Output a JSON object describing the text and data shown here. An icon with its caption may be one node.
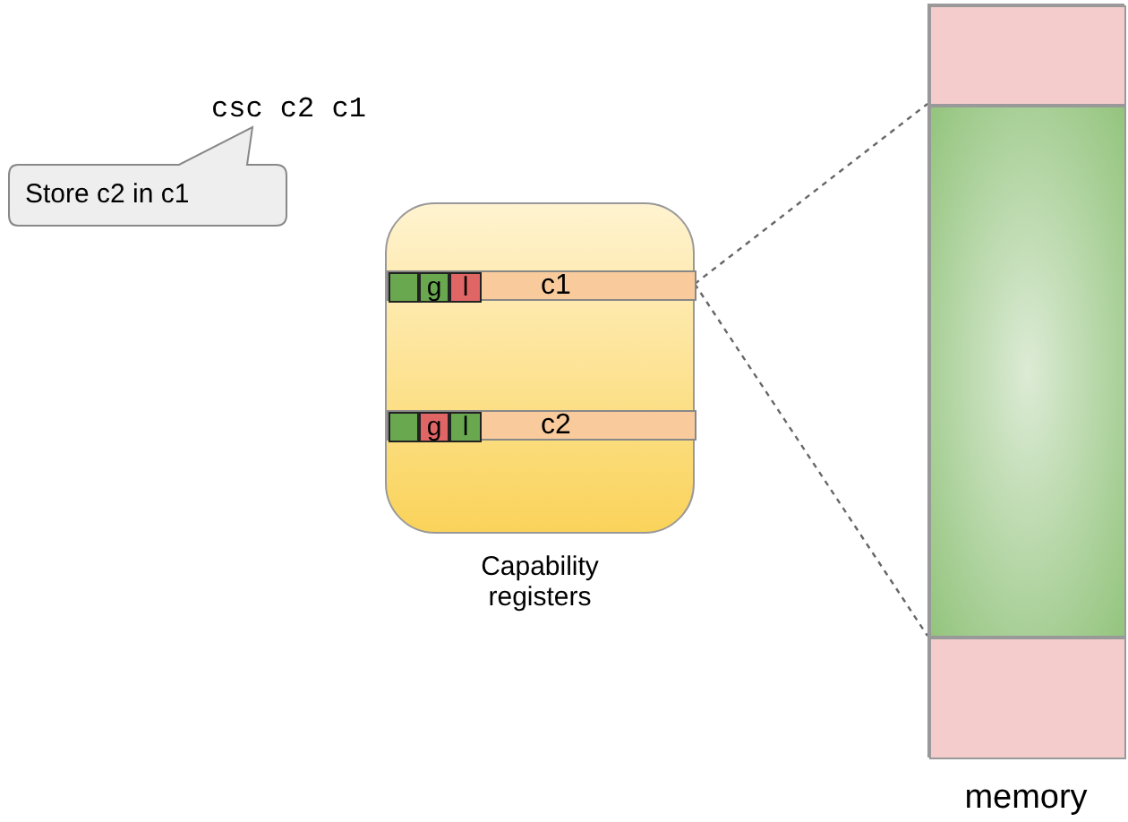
{
  "diagram": {
    "nodes": [
      {
        "text": [
          "Store c2 in c1"
        ]
      },
      {
        "text": [
          "Capability registers"
        ]
      },
      {
        "text": [
          "c1"
        ],
        "in": 1
      },
      {
        "text": [],
        "shape": "box",
        "in": 2
      },
      {
        "text": [
          "g"
        ],
        "in": 2
      },
      {
        "text": [
          "l"
        ],
        "in": 2
      },
      {
        "text": [
          "c2"
        ],
        "in": 1
      },
      {
        "text": [],
        "shape": "box",
        "in": 6
      },
      {
        "text": [
          "g"
        ],
        "in": 6
      },
      {
        "text": [
          "l"
        ],
        "in": 6
      },
      {
        "text": [
          "memory"
        ]
      },
      {
        "text": [],
        "shape": "box",
        "in": 10
      },
      {
        "text": [],
        "shape": "box",
        "in": 10
      },
      {
        "text": [],
        "shape": "box",
        "in": 10
      }
    ],
    "edges": [
      {
        "from": 2,
        "to": 12,
        "arrow": "none",
        "style": "dashed"
      },
      {
        "from": 2,
        "to": 12,
        "arrow": "none",
        "style": "dashed"
      }
    ],
    "labels": [
      "csc c2 c1"
    ]
  }
}
